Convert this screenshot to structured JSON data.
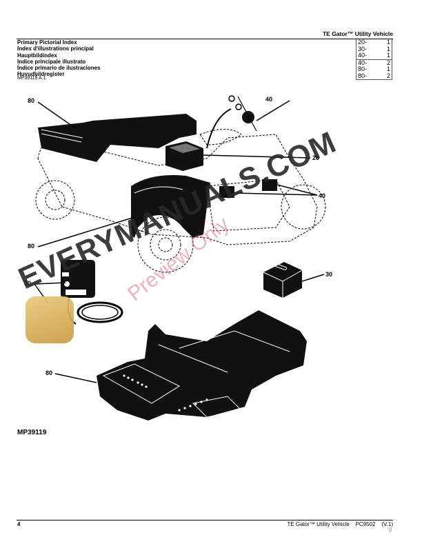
{
  "header": {
    "title": "TE Gator™ Utility Vehicle"
  },
  "index": {
    "titles": [
      "Primary Pictorial Index",
      "Index d'illustrations principal",
      "Hauptbildindex",
      "Indice principale illustrato",
      "Índice primario de ilustraciones",
      "Huvudbildregister"
    ],
    "code": "MP39119 A.1",
    "references": [
      [
        {
          "section": "20-",
          "page": "1"
        },
        {
          "section": "30-",
          "page": "1"
        },
        {
          "section": "40-",
          "page": "1"
        }
      ],
      [
        {
          "section": "40-",
          "page": "2"
        },
        {
          "section": "80-",
          "page": "1"
        },
        {
          "section": "80-",
          "page": "2"
        }
      ]
    ]
  },
  "diagram": {
    "figure_id": "MP39119",
    "callouts": [
      {
        "label": "80",
        "target": "cargo-box"
      },
      {
        "label": "40",
        "target": "ignition-switch"
      },
      {
        "label": "20",
        "target": "control-module"
      },
      {
        "label": "40",
        "target": "headlights"
      },
      {
        "label": "80",
        "target": "front-fender-hood"
      },
      {
        "label": "30",
        "target": "battery-charger"
      },
      {
        "label": "30",
        "target": "battery"
      },
      {
        "label": "80",
        "target": "frame-chassis"
      }
    ]
  },
  "watermark": {
    "main": "EVERYMANUALS.COM",
    "overlay": "Preview Only"
  },
  "footer": {
    "page_number": "4",
    "doc_title": "TE Gator™ Utility Vehicle",
    "doc_code": "PC9502",
    "version": "(V.1)",
    "sub": "()"
  }
}
